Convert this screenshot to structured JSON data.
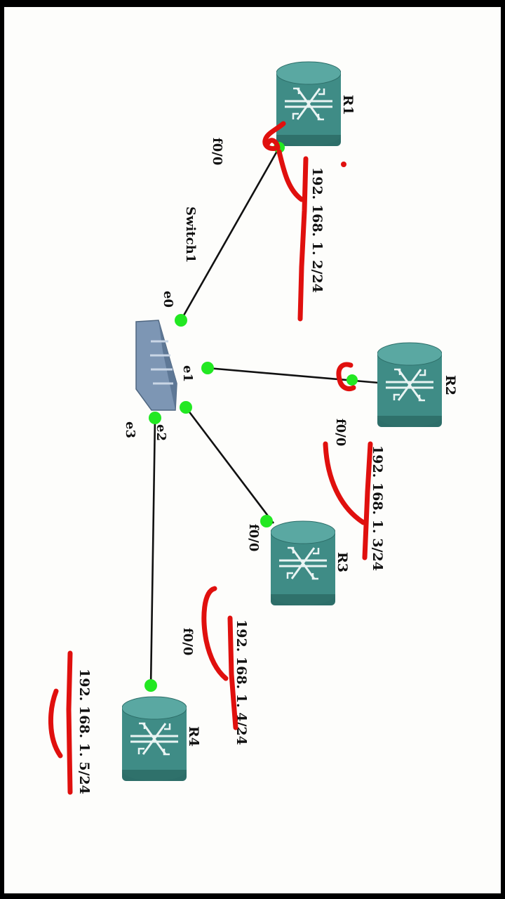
{
  "diagram": {
    "colors": {
      "background": "#fdfdfb",
      "frame": "#000000",
      "router": "#3f8c86",
      "switch": "#7d96b4",
      "port": "#22e822",
      "link": "#111111",
      "annotation": "#e0100e"
    },
    "nodes": {
      "r1": {
        "label": "R1",
        "icon": "router-icon"
      },
      "r2": {
        "label": "R2",
        "icon": "router-icon"
      },
      "r3": {
        "label": "R3",
        "icon": "router-icon"
      },
      "r4": {
        "label": "R4",
        "icon": "router-icon"
      },
      "switch": {
        "label": "Switch1",
        "icon": "switch-icon"
      }
    },
    "ports": {
      "e0": "e0",
      "e1": "e1",
      "e2": "e2",
      "e3": "e3",
      "r1_f0": "f0/0",
      "r2_f0": "f0/0",
      "r3_f0": "f0/0",
      "r4_f0": "f0/0"
    },
    "addresses": {
      "r1": "192. 168. 1. 2/24",
      "r2": "192. 168. 1. 3/24",
      "r3": "192. 168. 1. 4/24",
      "r4": "192. 168. 1. 5/24"
    }
  }
}
